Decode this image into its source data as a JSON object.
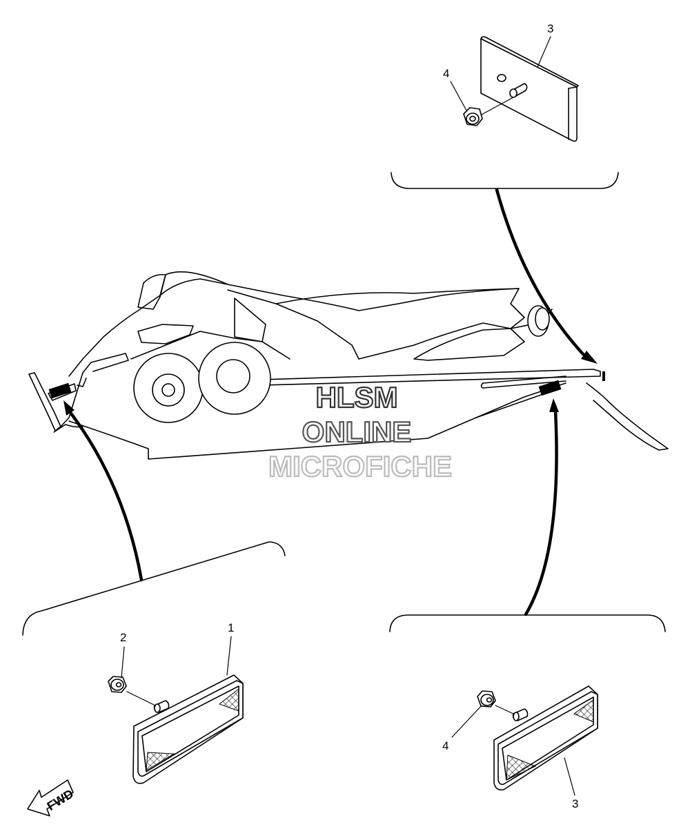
{
  "callouts": {
    "top_panel_part": "3",
    "top_panel_nut": "4",
    "left_panel_part": "1",
    "left_panel_nut": "2",
    "right_panel_nut": "4",
    "right_panel_part": "3"
  },
  "watermark": {
    "line1": "HLSM",
    "line2": "ONLINE",
    "line3": "MICROFICHE"
  },
  "fwd_label": "FWD",
  "colors": {
    "line": "#000000",
    "background": "#ffffff",
    "watermark_dark": "#333333",
    "watermark_light": "#bbbbbb"
  }
}
